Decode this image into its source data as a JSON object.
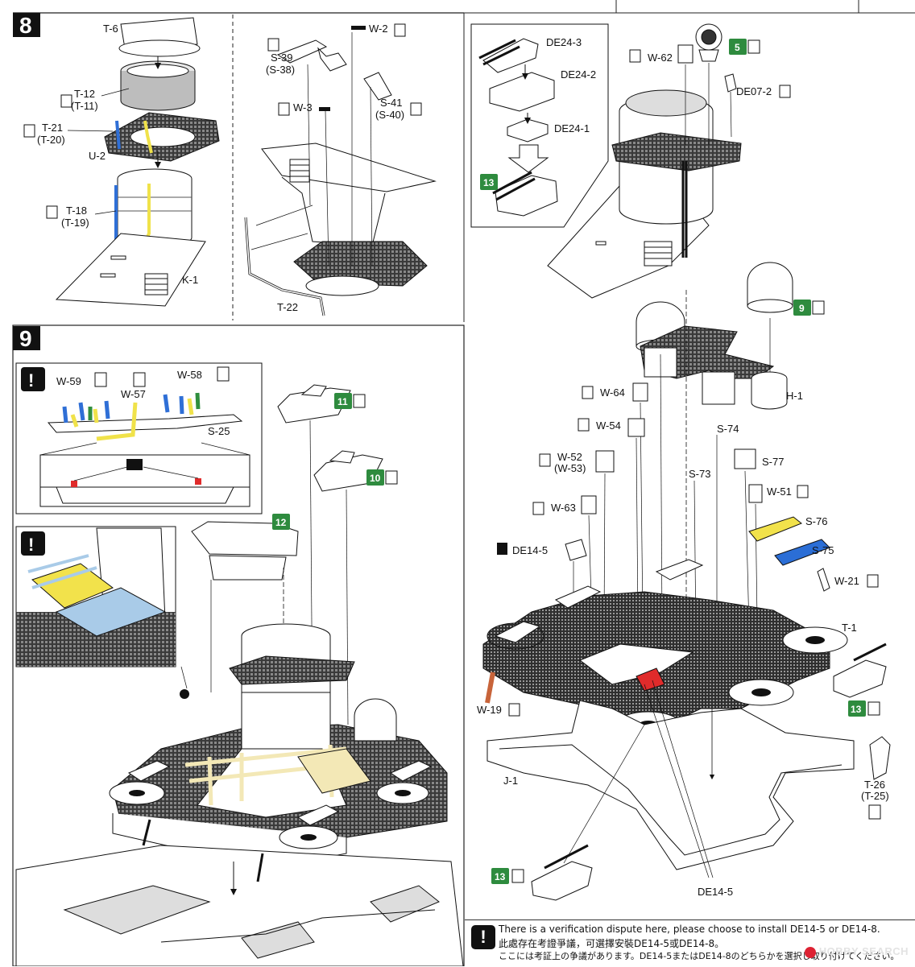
{
  "steps": {
    "s8": "8",
    "s9": "9"
  },
  "step8": {
    "T6": "T-6",
    "T12": "T-12",
    "T11": "(T-11)",
    "T21": "T-21",
    "T20": "(T-20)",
    "U2": "U-2",
    "T18": "T-18",
    "T19": "(T-19)",
    "K1": "K-1",
    "S39": "S-39",
    "S38": "(S-38)",
    "W2": "W-2",
    "W3": "W-3",
    "S41": "S-41",
    "S40": "(S-40)",
    "T22": "T-22"
  },
  "inset_de24": {
    "DE24_3": "DE24-3",
    "DE24_2": "DE24-2",
    "DE24_1": "DE24-1",
    "badge": "13"
  },
  "step9_left": {
    "W59": "W-59",
    "W58": "W-58",
    "W57": "W-57",
    "S25": "S-25",
    "b11": "11",
    "b10": "10",
    "b12": "12"
  },
  "right": {
    "W62": "W-62",
    "b5": "5",
    "DE07_2": "DE07-2",
    "b9": "9",
    "H1": "H-1",
    "W64": "W-64",
    "W54": "W-54",
    "S74": "S-74",
    "S73": "S-73",
    "W52": "W-52",
    "W53": "(W-53)",
    "S77": "S-77",
    "W51": "W-51",
    "W63": "W-63",
    "S76": "S-76",
    "S75": "S-75",
    "DE14_5": "DE14-5",
    "W21": "W-21",
    "T1": "T-1",
    "W19": "W-19",
    "b13a": "13",
    "T26": "T-26",
    "T25": "(T-25)",
    "J1": "J-1",
    "b13b": "13",
    "DE14_5b": "DE14-5"
  },
  "note": {
    "en": "There is a verification dispute here, please choose to install DE14-5 or DE14-8.",
    "zh": "此處存在考證爭議，可選擇安裝DE14-5或DE14-8。",
    "ja": "ここには考証上の争議があります。DE14-5またはDE14-8のどちらかを選択し取り付けてください。"
  },
  "watermark": "HOBBY SEARCH"
}
